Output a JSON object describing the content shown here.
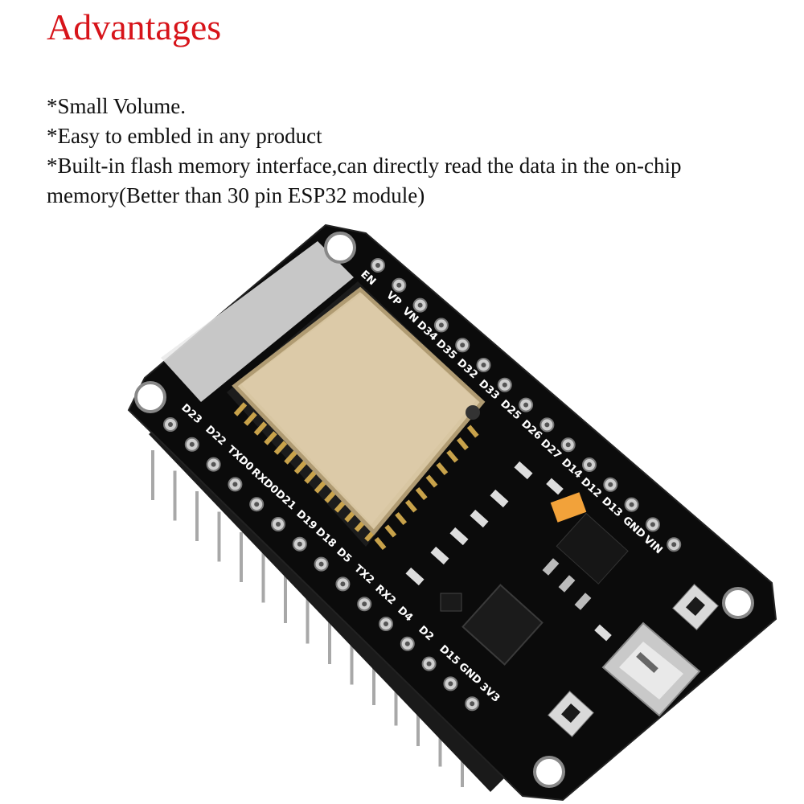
{
  "heading": "Advantages",
  "bullets": [
    "*Small Volume.",
    "*Easy to embled in any product",
    "*Built-in flash memory interface,can directly read the data in the on-chip memory(Better than 30 pin ESP32 module)"
  ],
  "board": {
    "top_pins": [
      "EN",
      "VP",
      "VN",
      "D34",
      "D35",
      "D32",
      "D33",
      "D25",
      "D26",
      "D27",
      "D14",
      "D12",
      "D13",
      "GND",
      "VIN"
    ],
    "bottom_pins": [
      "D23",
      "D22",
      "TXD0",
      "RXD0",
      "D21",
      "D19",
      "D18",
      "D5",
      "TX2",
      "RX2",
      "D4",
      "D2",
      "D15",
      "GND",
      "3V3"
    ],
    "colors": {
      "pcb": "#0b0b0b",
      "shield": "#d8c6a2",
      "pins": "#c8c8c8",
      "tantalum": "#f2a23a"
    },
    "icons": [
      "mounting-hole-icon",
      "usb-port-icon",
      "reset-button-icon",
      "boot-button-icon"
    ]
  }
}
